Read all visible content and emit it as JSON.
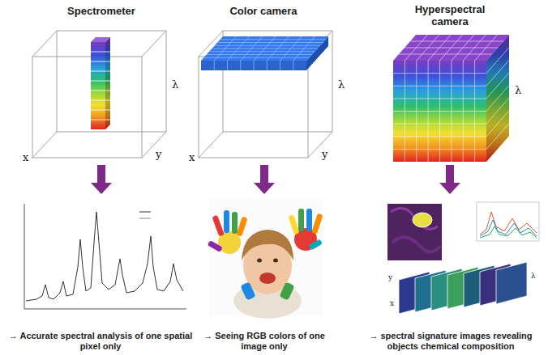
{
  "diagram": {
    "nodes": [
      {
        "text": [
          "Spectrometer"
        ]
      },
      {
        "text": [
          "Color camera"
        ]
      },
      {
        "text": [
          "Hyperspectral camera"
        ]
      },
      {
        "text": [
          "→ Accurate spectral analysis of one spatial pixel only"
        ]
      },
      {
        "text": [
          "→ Seeing RGB colors of one image only"
        ]
      },
      {
        "text": [
          "→ spectral signature images revealing objects chemical composition"
        ]
      }
    ],
    "edges": [
      {
        "from": 0,
        "to": 3,
        "arrow": "to"
      },
      {
        "from": 1,
        "to": 4,
        "arrow": "to"
      },
      {
        "from": 2,
        "to": 5,
        "arrow": "to"
      }
    ],
    "labels": [
      "λ",
      "x",
      "y",
      "λ",
      "x",
      "y",
      "λ",
      "y",
      "x",
      "λ"
    ]
  }
}
